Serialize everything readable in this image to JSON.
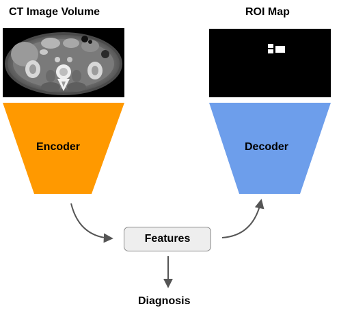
{
  "ct_title": "CT Image Volume",
  "roi_title": "ROI Map",
  "encoder_label": "Encoder",
  "decoder_label": "Decoder",
  "features_label": "Features",
  "diagnosis_label": "Diagnosis",
  "colors": {
    "encoder_fill": "#ff9900",
    "decoder_fill": "#6d9eeb",
    "arrow": "#555555",
    "features_fill": "#eeeeee",
    "features_border": "#8a8a8a",
    "image_background": "#000000"
  }
}
